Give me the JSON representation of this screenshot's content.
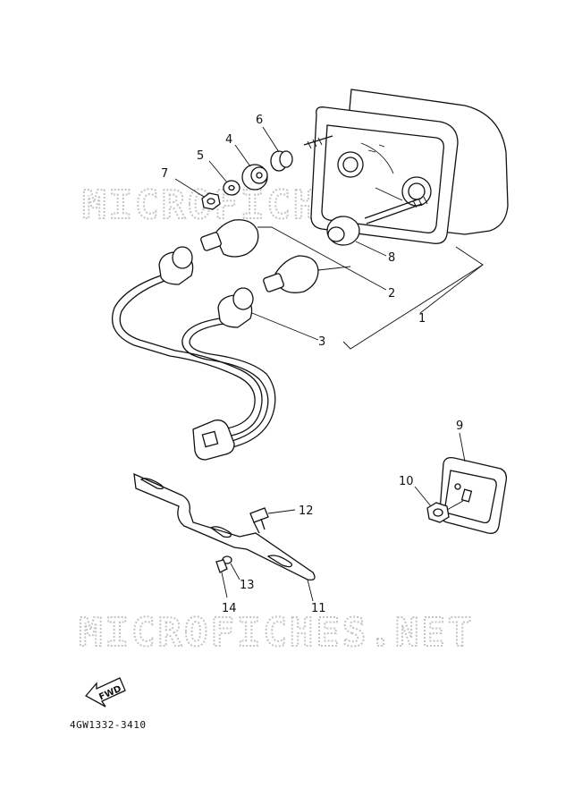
{
  "watermark": "MICROFICHES.NET",
  "part_code": "4GW1332-3410",
  "fwd_label": "FWD",
  "callouts": [
    "1",
    "2",
    "3",
    "4",
    "5",
    "6",
    "7",
    "8",
    "9",
    "10",
    "11",
    "12",
    "13",
    "14"
  ]
}
